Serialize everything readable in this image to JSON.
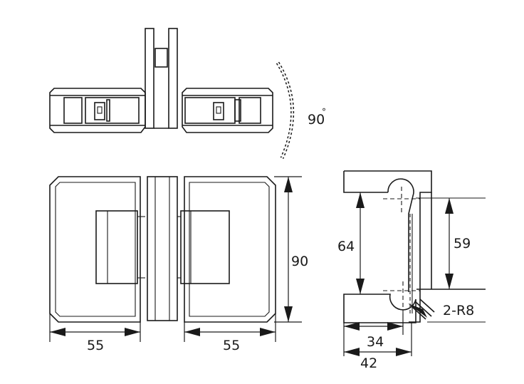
{
  "dimensions": {
    "angle": "90",
    "angle_unit": "°",
    "height_front": "90",
    "width_left": "55",
    "width_right": "55",
    "side_height_outer": "64",
    "side_height_inner": "59",
    "side_width_inner": "34",
    "side_width_outer": "42",
    "radius": "2-R8"
  },
  "colors": {
    "line": "#1a1a1a",
    "background": "#ffffff"
  }
}
